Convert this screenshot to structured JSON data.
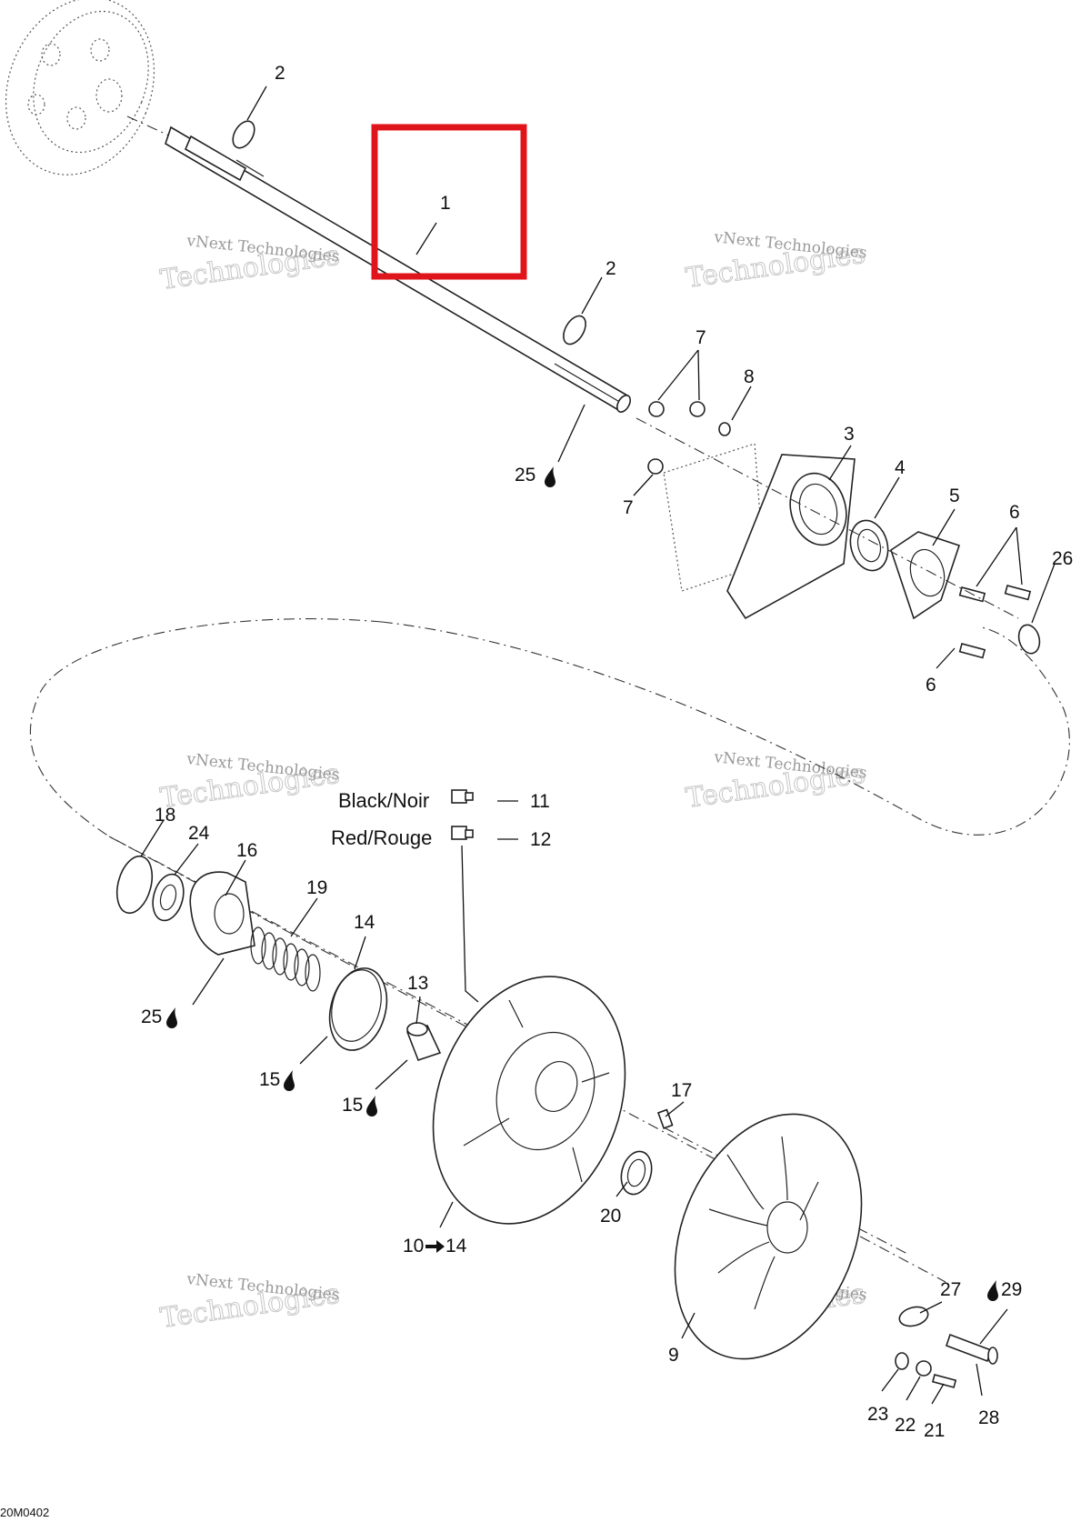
{
  "callouts": {
    "c1": "1",
    "c2a": "2",
    "c2b": "2",
    "c3": "3",
    "c4": "4",
    "c5": "5",
    "c6a": "6",
    "c6b": "6",
    "c7a": "7",
    "c7b": "7",
    "c8": "8",
    "c9": "9",
    "c10": "10",
    "c10to": "14",
    "c11": "11",
    "c12": "12",
    "c13": "13",
    "c14": "14",
    "c15a": "15",
    "c15b": "15",
    "c16": "16",
    "c17": "17",
    "c18": "18",
    "c19": "19",
    "c20": "20",
    "c21": "21",
    "c22": "22",
    "c23": "23",
    "c24": "24",
    "c25a": "25",
    "c25b": "25",
    "c26": "26",
    "c27": "27",
    "c28": "28",
    "c29": "29"
  },
  "labels": {
    "black": "Black/Noir",
    "red": "Red/Rouge"
  },
  "watermark": {
    "line1": "vNext Technologies",
    "line2": "Technologies"
  },
  "drawing_code": "20M0402",
  "highlight": {
    "color": "#e0141b",
    "target": "1"
  },
  "icons": {
    "lubricant": "oil-drop-icon",
    "arrow": "right-arrow-icon"
  }
}
